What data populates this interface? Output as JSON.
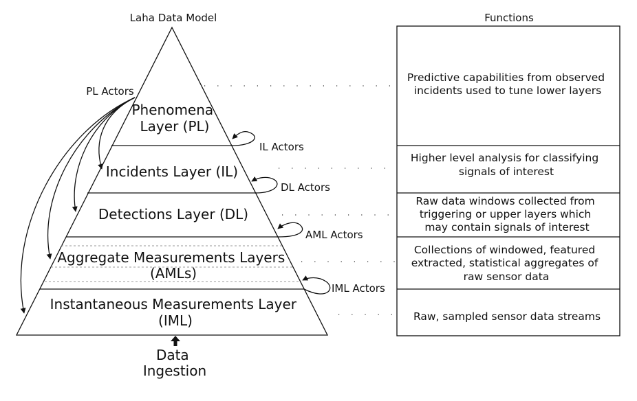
{
  "diagram": {
    "title": "Laha Data Model",
    "functions_title": "Functions",
    "pl_actors": "PL Actors",
    "layers": [
      {
        "id": "pl",
        "lines": [
          "Phenomena",
          "Layer (PL)"
        ]
      },
      {
        "id": "il",
        "lines": [
          "Incidents Layer (IL)"
        ]
      },
      {
        "id": "dl",
        "lines": [
          "Detections Layer (DL)"
        ]
      },
      {
        "id": "aml",
        "lines": [
          "Aggregate Measurements Layers",
          "(AMLs)"
        ]
      },
      {
        "id": "iml",
        "lines": [
          "Instantaneous Measurements Layer",
          "(IML)"
        ]
      }
    ],
    "actors": [
      "IL Actors",
      "DL Actors",
      "AML Actors",
      "IML Actors"
    ],
    "ingestion": [
      "Data",
      "Ingestion"
    ],
    "functions": [
      [
        "Predictive capabilities from observed",
        "incidents used to tune lower layers"
      ],
      [
        "Higher level analysis for classifying",
        "signals of interest"
      ],
      [
        "Raw data windows collected from",
        "triggering or upper layers which",
        "may contain signals of interest"
      ],
      [
        "Collections of windowed, featured",
        "extracted, statistical aggregates of",
        "raw sensor data"
      ],
      [
        "Raw, sampled sensor data streams"
      ]
    ]
  }
}
